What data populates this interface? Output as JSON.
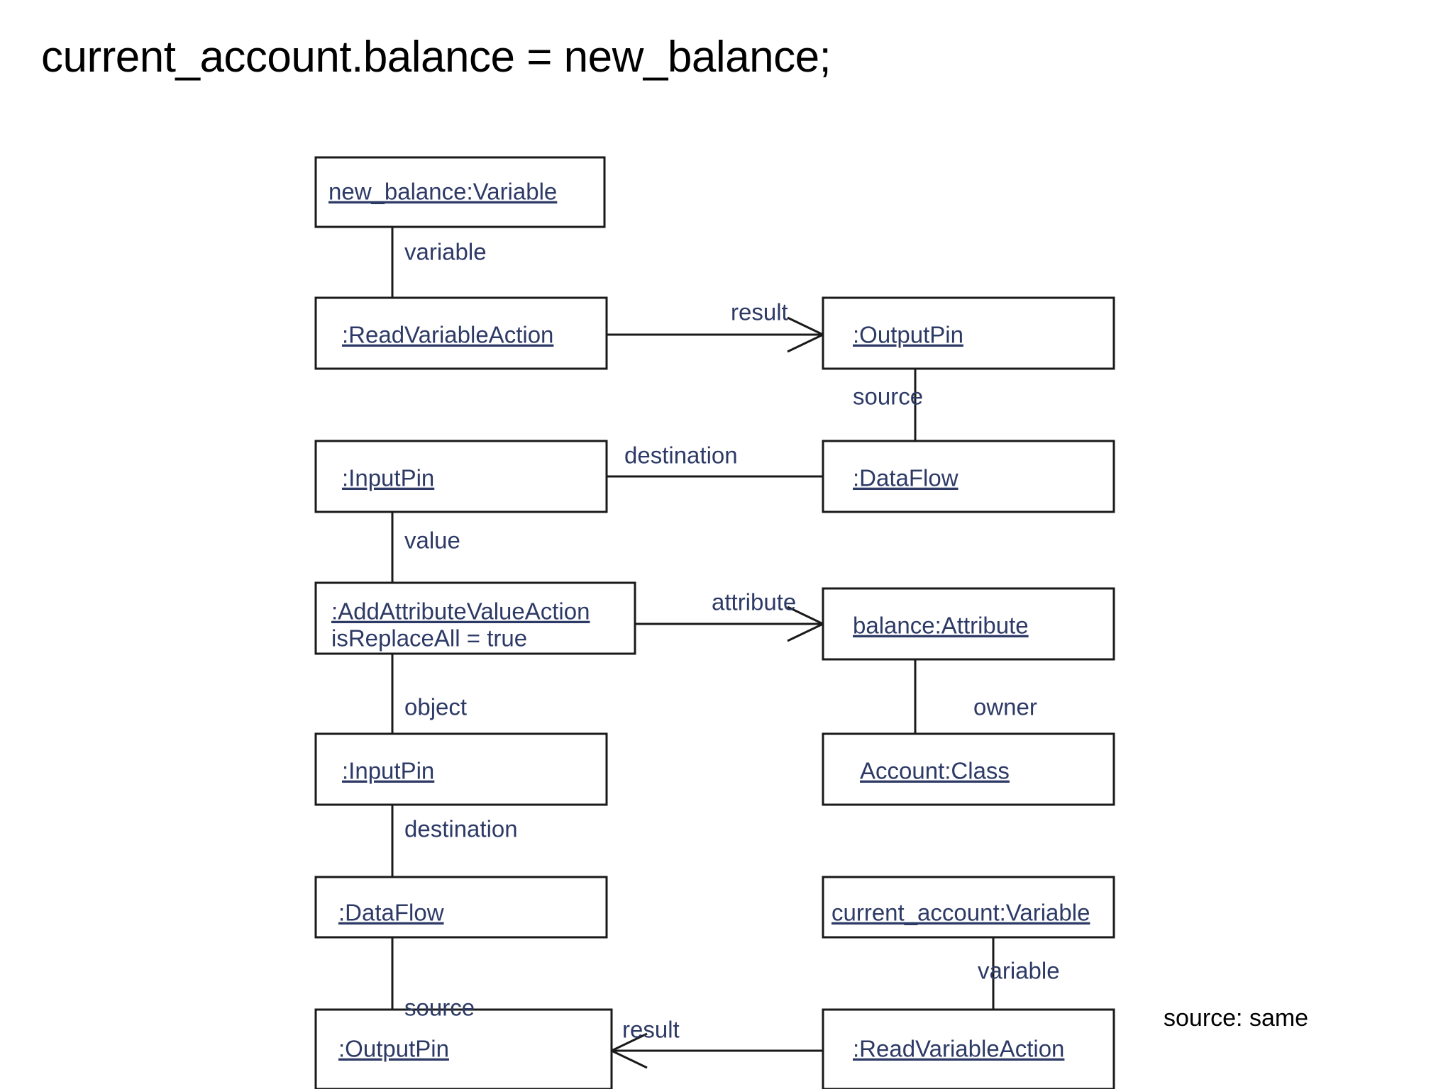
{
  "slide": {
    "title": "current_account.balance = new_balance;",
    "background_color": "#ffffff",
    "text_color": "#000000",
    "object_text_color": "#2d3a66",
    "line_color": "#1a1a1a"
  },
  "nodes": [
    {
      "id": "new_balance_var",
      "name": ":Variable",
      "label": "new_balance:Variable",
      "attribute": ""
    },
    {
      "id": "read_var_action_top",
      "name": ":ReadVariableAction",
      "label": ":ReadVariableAction",
      "attribute": ""
    },
    {
      "id": "output_pin_top",
      "name": ":OutputPin",
      "label": ":OutputPin",
      "attribute": ""
    },
    {
      "id": "input_pin_top",
      "name": ":InputPin",
      "label": ":InputPin",
      "attribute": ""
    },
    {
      "id": "data_flow_top",
      "name": ":DataFlow",
      "label": ":DataFlow",
      "attribute": ""
    },
    {
      "id": "add_attr_action",
      "name": ":AddAttributeValueAction",
      "label": ":AddAttributeValueAction",
      "attribute": "isReplaceAll = true"
    },
    {
      "id": "balance_attribute",
      "name": "balance:Attribute",
      "label": "balance:Attribute",
      "attribute": ""
    },
    {
      "id": "input_pin_bottom",
      "name": ":InputPin",
      "label": ":InputPin",
      "attribute": ""
    },
    {
      "id": "account_class",
      "name": "Account:Class",
      "label": "Account:Class",
      "attribute": ""
    },
    {
      "id": "data_flow_bottom",
      "name": ":DataFlow",
      "label": ":DataFlow",
      "attribute": ""
    },
    {
      "id": "current_account_var",
      "name": "current_account:Variable",
      "label": "current_account:Variable",
      "attribute": ""
    },
    {
      "id": "output_pin_bottom",
      "name": ":OutputPin",
      "label": ":OutputPin",
      "attribute": ""
    },
    {
      "id": "read_var_action_bottom",
      "name": ":ReadVariableAction",
      "label": ":ReadVariableAction",
      "attribute": ""
    }
  ],
  "links": [
    {
      "id": "link-variable-top",
      "label": "variable",
      "from": "new_balance_var",
      "to": "read_var_action_top",
      "arrow": "none"
    },
    {
      "id": "link-result-top",
      "label": "result",
      "from": "read_var_action_top",
      "to": "output_pin_top",
      "arrow": "open-right"
    },
    {
      "id": "link-source-top",
      "label": "source",
      "from": "output_pin_top",
      "to": "data_flow_top",
      "arrow": "none"
    },
    {
      "id": "link-destination-top",
      "label": "destination",
      "from": "data_flow_top",
      "to": "input_pin_top",
      "arrow": "none"
    },
    {
      "id": "link-value",
      "label": "value",
      "from": "input_pin_top",
      "to": "add_attr_action",
      "arrow": "none"
    },
    {
      "id": "link-attribute",
      "label": "attribute",
      "from": "add_attr_action",
      "to": "balance_attribute",
      "arrow": "open-right"
    },
    {
      "id": "link-object",
      "label": "object",
      "from": "add_attr_action",
      "to": "input_pin_bottom",
      "arrow": "none"
    },
    {
      "id": "link-owner",
      "label": "owner",
      "from": "balance_attribute",
      "to": "account_class",
      "arrow": "none"
    },
    {
      "id": "link-destination-bottom",
      "label": "destination",
      "from": "input_pin_bottom",
      "to": "data_flow_bottom",
      "arrow": "none"
    },
    {
      "id": "link-source-bottom",
      "label": "source",
      "from": "data_flow_bottom",
      "to": "output_pin_bottom",
      "arrow": "none"
    },
    {
      "id": "link-variable-bottom",
      "label": "variable",
      "from": "current_account_var",
      "to": "read_var_action_bottom",
      "arrow": "none"
    },
    {
      "id": "link-result-bottom",
      "label": "result",
      "from": "read_var_action_bottom",
      "to": "output_pin_bottom",
      "arrow": "open-left"
    }
  ],
  "annotations": [
    {
      "id": "note-source-same",
      "text": "source: same"
    }
  ]
}
